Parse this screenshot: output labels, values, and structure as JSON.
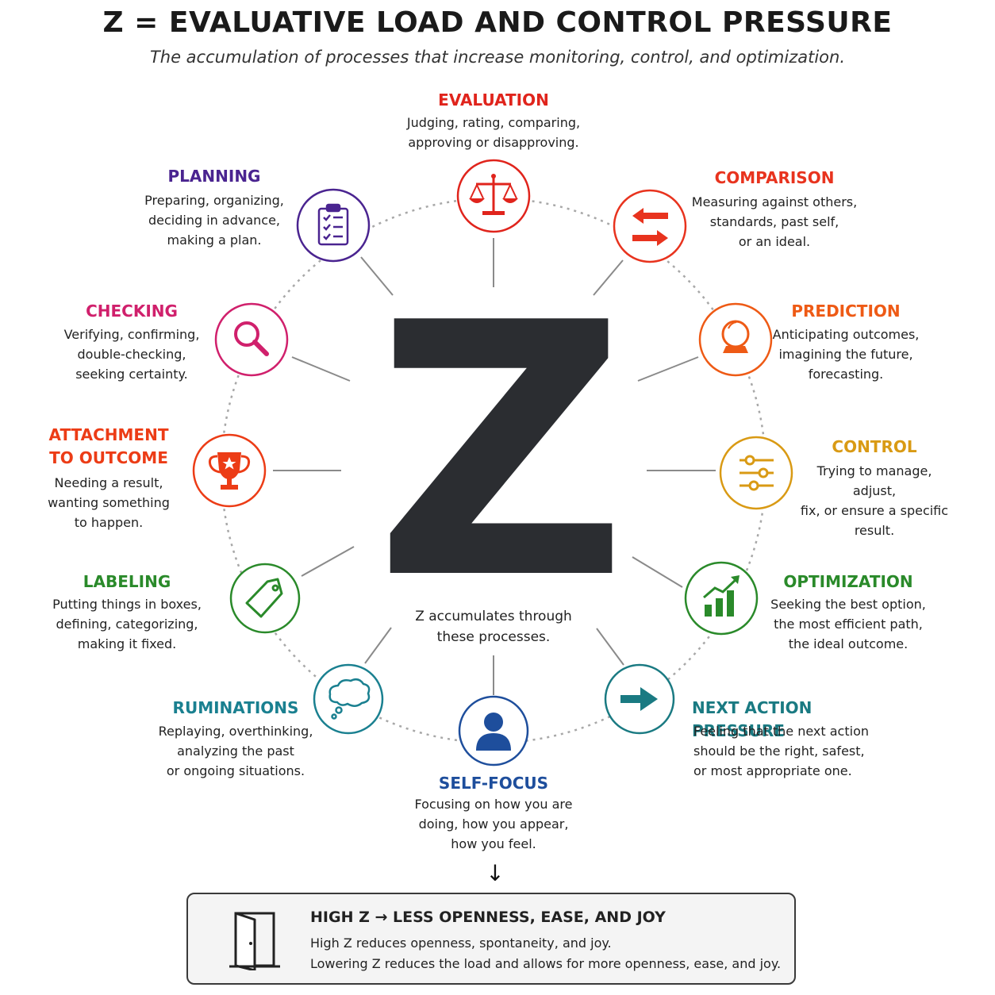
{
  "header": {
    "title": "Z = EVALUATIVE LOAD AND CONTROL PRESSURE",
    "subtitle": "The accumulation of processes that increase monitoring, control, and optimization."
  },
  "center": {
    "letter": "Z",
    "caption": "Z accumulates through\nthese processes."
  },
  "nodes": [
    {
      "id": "evaluation",
      "label": "EVALUATION",
      "description": "Judging, rating, comparing,\napproving or disapproving.",
      "color": "#e0241c",
      "icon": "scales-icon"
    },
    {
      "id": "comparison",
      "label": "COMPARISON",
      "description": "Measuring against others,\nstandards, past self,\nor an ideal.",
      "color": "#e8331e",
      "icon": "arrows-left-right-icon"
    },
    {
      "id": "prediction",
      "label": "PREDICTION",
      "description": "Anticipating outcomes,\nimagining the future,\nforecasting.",
      "color": "#ee5a15",
      "icon": "crystal-ball-icon"
    },
    {
      "id": "control",
      "label": "CONTROL",
      "description": "Trying to manage, adjust,\nfix, or ensure a specific\nresult.",
      "color": "#d99a14",
      "icon": "sliders-icon"
    },
    {
      "id": "optimization",
      "label": "OPTIMIZATION",
      "description": "Seeking the best option,\nthe most efficient path,\nthe ideal outcome.",
      "color": "#2a8a2a",
      "icon": "growth-chart-icon"
    },
    {
      "id": "next-action-pressure",
      "label": "NEXT ACTION PRESSURE",
      "description": "Feeling that the next action\nshould be the right, safest,\nor most appropriate one.",
      "color": "#1a7a82",
      "icon": "arrow-right-icon"
    },
    {
      "id": "self-focus",
      "label": "SELF-FOCUS",
      "description": "Focusing on how you are\ndoing, how you appear,\nhow you feel.",
      "color": "#1e4e9c",
      "icon": "person-icon"
    },
    {
      "id": "ruminations",
      "label": "RUMINATIONS",
      "description": "Replaying, overthinking,\nanalyzing the past\nor ongoing situations.",
      "color": "#1a8090",
      "icon": "thought-bubble-icon"
    },
    {
      "id": "labeling",
      "label": "LABELING",
      "description": "Putting things in boxes,\ndefining, categorizing,\nmaking it fixed.",
      "color": "#2a8a2a",
      "icon": "tag-icon"
    },
    {
      "id": "attachment-to-outcome",
      "label": "ATTACHMENT\nTO OUTCOME",
      "description": "Needing a result,\nwanting something\nto happen.",
      "color": "#ec3c16",
      "icon": "trophy-icon"
    },
    {
      "id": "checking",
      "label": "CHECKING",
      "description": "Verifying, confirming,\ndouble-checking,\nseeking certainty.",
      "color": "#d0206c",
      "icon": "magnifier-icon"
    },
    {
      "id": "planning",
      "label": "PLANNING",
      "description": "Preparing, organizing,\ndeciding in advance,\nmaking a plan.",
      "color": "#4a2490",
      "icon": "checklist-icon"
    }
  ],
  "footer": {
    "arrow": "↓",
    "headline": "HIGH Z  →  LESS OPENNESS, EASE, AND JOY",
    "line1": "High Z reduces openness, spontaneity, and joy.",
    "line2": "Lowering Z reduces the load and allows for more openness, ease, and joy.",
    "icon": "open-door-icon"
  }
}
